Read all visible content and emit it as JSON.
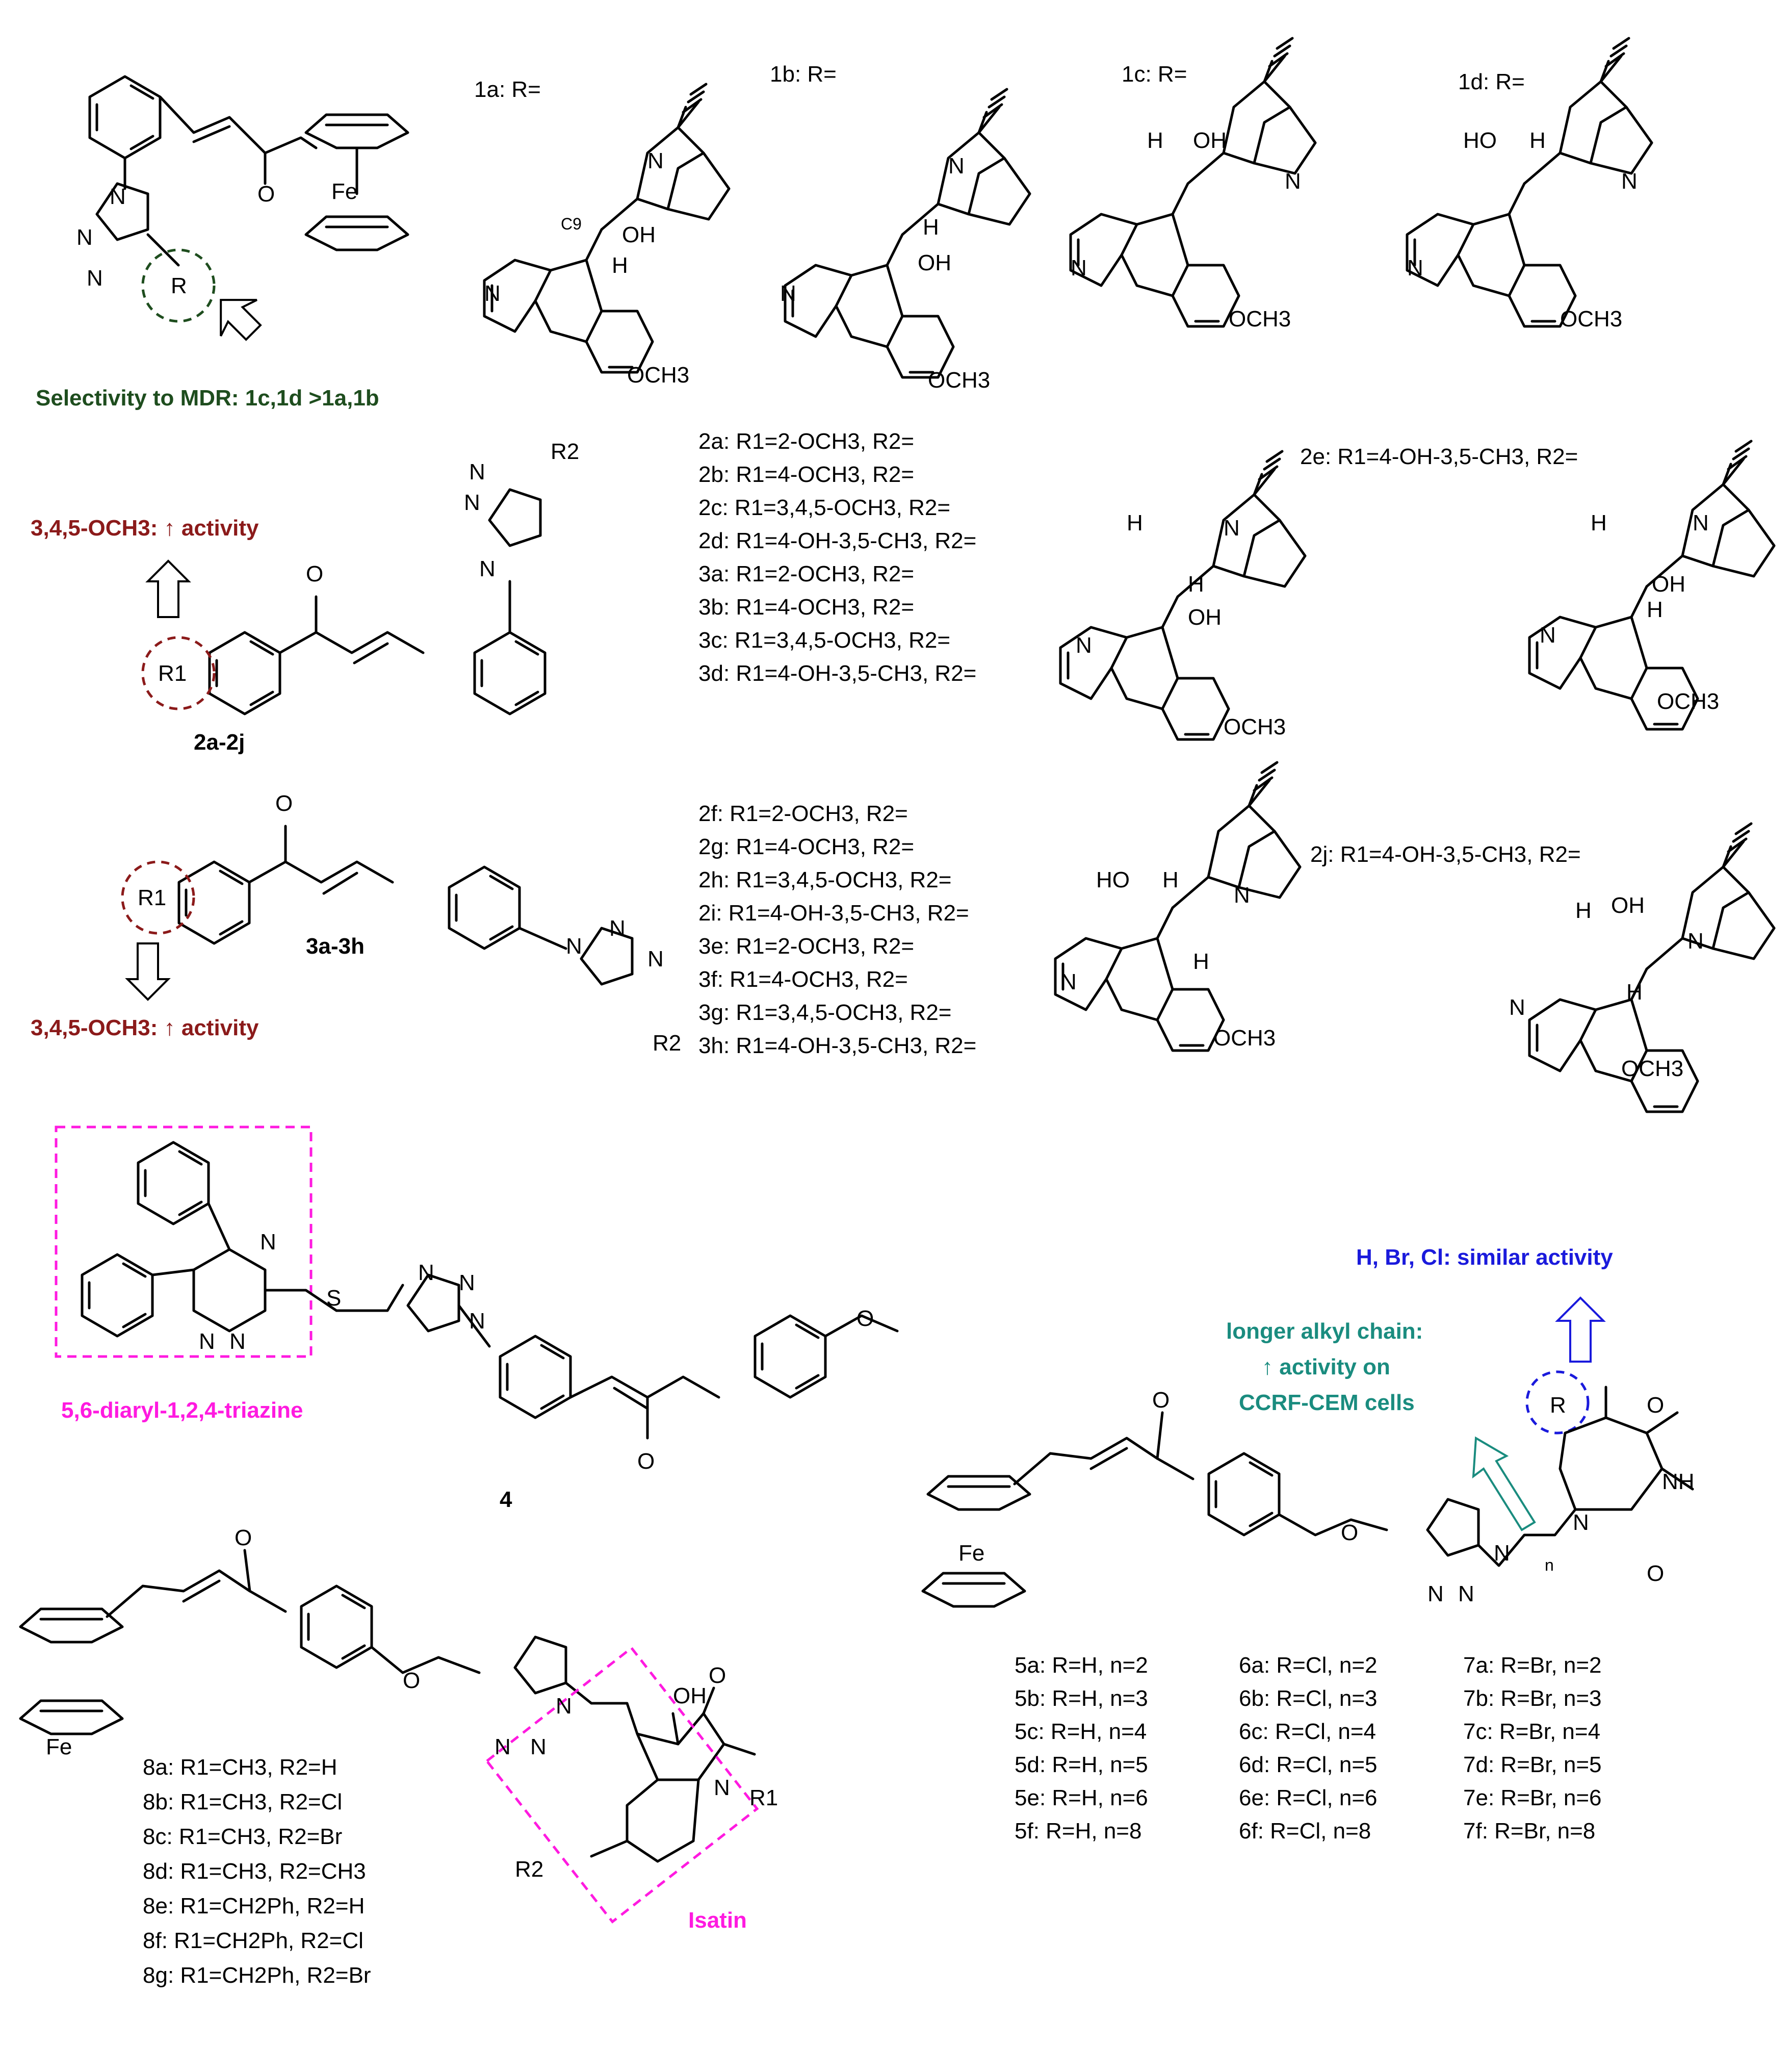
{
  "annotations": {
    "mdr": "Selectivity to MDR: 1c,1d >1a,1b",
    "ome_2": "3,4,5-OCH3: ↑ activity",
    "ome_3": "3,4,5-OCH3: ↑ activity",
    "triazine": "5,6-diaryl-1,2,4-triazine",
    "hbrcl": "H, Br, Cl: similar activity",
    "alkyl_1": "longer alkyl chain:",
    "alkyl_2": "↑ activity on",
    "alkyl_3": "CCRF-CEM cells",
    "isatin": "Isatin"
  },
  "colors": {
    "green": "#1e4d1e",
    "darkred": "#8b1a1a",
    "magenta": "#ff1ae0",
    "blue": "#1a1adc",
    "teal": "#1a8c7f"
  },
  "series_labels": {
    "s2a2j": "2a-2j",
    "s3a3h": "3a-3h",
    "cmpd4": "4"
  },
  "r_labels": {
    "1a": "1a: R=",
    "1b": "1b: R=",
    "1c": "1c: R=",
    "1d": "1d: R="
  },
  "list_2a_3d": [
    "2a:     R1=2-OCH3,      R2=",
    "2b:     R1=4-OCH3,      R2=",
    "2c:  R1=3,4,5-OCH3,  R2=",
    "2d: R1=4-OH-3,5-CH3, R2=",
    "3a:     R1=2-OCH3,      R2=",
    "3b:     R1=4-OCH3,      R2=",
    "3c:  R1=3,4,5-OCH3,  R2=",
    "3d: R1=4-OH-3,5-CH3, R2="
  ],
  "label_2e": "2e: R1=4-OH-3,5-CH3, R2=",
  "list_2f_3h": [
    "2f: R1=2-OCH3, R2=",
    "2g: R1=4-OCH3, R2=",
    "2h: R1=3,4,5-OCH3, R2=",
    "2i: R1=4-OH-3,5-CH3, R2=",
    "3e: R1=2-OCH3, R2=",
    "3f: R1=4-OCH3, R2=",
    "3g: R1=3,4,5-OCH3, R2=",
    "3h: R1=4-OH-3,5-CH3, R2="
  ],
  "label_2j": "2j: R1=4-OH-3,5-CH3, R2=",
  "list_8": [
    "8a: R1=CH3, R2=H",
    "8b: R1=CH3, R2=Cl",
    "8c: R1=CH3, R2=Br",
    "8d: R1=CH3, R2=CH3",
    "8e: R1=CH2Ph, R2=H",
    "8f: R1=CH2Ph, R2=Cl",
    "8g: R1=CH2Ph, R2=Br"
  ],
  "list_5": [
    "5a: R=H, n=2",
    "5b: R=H, n=3",
    "5c: R=H, n=4",
    "5d: R=H, n=5",
    "5e: R=H, n=6",
    "5f: R=H, n=8"
  ],
  "list_6": [
    "6a: R=Cl, n=2",
    "6b: R=Cl, n=3",
    "6c: R=Cl, n=4",
    "6d: R=Cl, n=5",
    "6e: R=Cl, n=6",
    "6f: R=Cl, n=8"
  ],
  "list_7": [
    "7a: R=Br, n=2",
    "7b: R=Br, n=3",
    "7c: R=Br, n=4",
    "7d: R=Br, n=5",
    "7e: R=Br, n=6",
    "7f: R=Br, n=8"
  ],
  "atoms": {
    "fe": "Fe",
    "n": "N",
    "o": "O",
    "s": "S",
    "r": "R",
    "r1": "R1",
    "r2": "R2",
    "oh": "OH",
    "ho": "HO",
    "h": "H",
    "och3": "OCH3",
    "c9": "C9",
    "nh": "NH",
    "n_sub": "n"
  }
}
